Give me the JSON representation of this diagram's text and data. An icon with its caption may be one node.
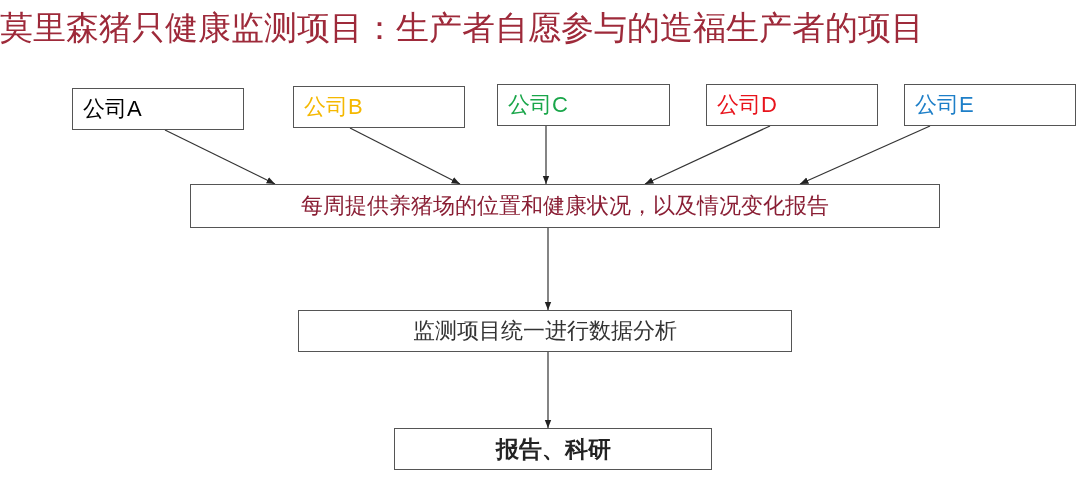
{
  "diagram": {
    "title": "莫里森猪只健康监测项目：生产者自愿参与的造福生产者的项目",
    "nodes": [
      {
        "text": [
          "公司A"
        ]
      },
      {
        "text": [
          "公司B"
        ]
      },
      {
        "text": [
          "公司C"
        ]
      },
      {
        "text": [
          "公司D"
        ]
      },
      {
        "text": [
          "公司E"
        ]
      },
      {
        "text": [
          "每周提供养猪场的位置和健康状况，以及情况变化报告"
        ]
      },
      {
        "text": [
          "监测项目统一进行数据分析"
        ]
      },
      {
        "text": [
          "报告、科研"
        ]
      }
    ],
    "edges": [
      {
        "from": 0,
        "to": 5,
        "arrow": "to"
      },
      {
        "from": 1,
        "to": 5,
        "arrow": "to"
      },
      {
        "from": 2,
        "to": 5,
        "arrow": "to"
      },
      {
        "from": 3,
        "to": 5,
        "arrow": "to"
      },
      {
        "from": 4,
        "to": 5,
        "arrow": "to"
      },
      {
        "from": 5,
        "to": 6,
        "arrow": "to"
      },
      {
        "from": 6,
        "to": 7,
        "arrow": "to"
      }
    ]
  }
}
